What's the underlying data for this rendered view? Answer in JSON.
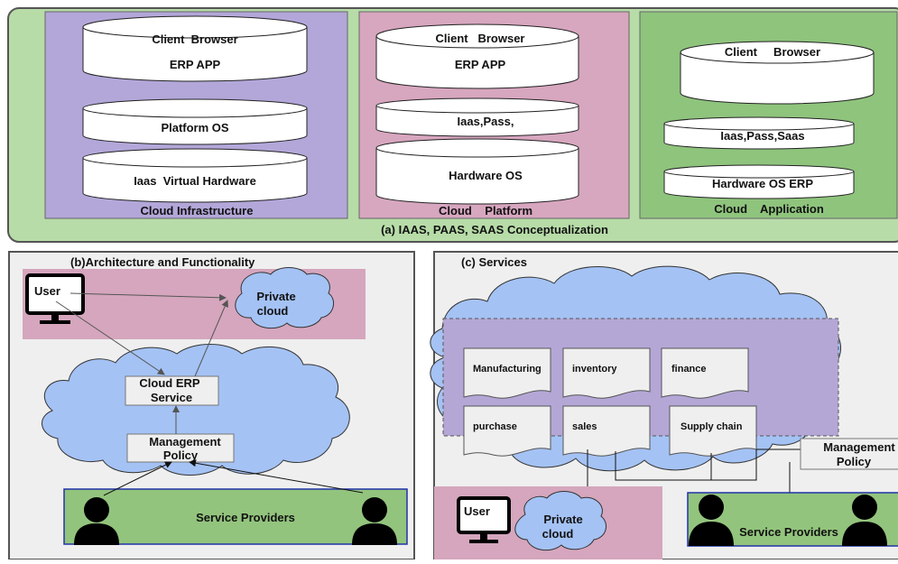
{
  "top": {
    "caption": "(a) IAAS, PAAS, SAAS Conceptualization",
    "columns": [
      {
        "label": "Cloud Infrastructure",
        "cylinders": [
          [
            "Client  Browser",
            "ERP APP"
          ],
          [
            "Platform OS"
          ],
          [
            "Iaas  Virtual Hardware"
          ]
        ]
      },
      {
        "label": "Cloud    Platform",
        "cylinders": [
          [
            "Client   Browser",
            "ERP APP"
          ],
          [
            "Iaas,Pass,"
          ],
          [
            "Hardware OS"
          ]
        ]
      },
      {
        "label": "Cloud    Application",
        "cylinders": [
          [
            "Client     Browser"
          ],
          [
            "Iaas,Pass,Saas"
          ],
          [
            "Hardware OS ERP"
          ]
        ]
      }
    ]
  },
  "architecture": {
    "title": "(b)Architecture and Functionality",
    "user_label": "User",
    "private_cloud": [
      "Private",
      "cloud"
    ],
    "cloud_erp": [
      "Cloud ERP",
      "Service"
    ],
    "management": [
      "Management",
      "Policy"
    ],
    "service_providers": "Service Providers"
  },
  "services": {
    "title": "(c) Services",
    "items": [
      "Manufacturing",
      "inventory",
      "finance",
      "purchase",
      "sales",
      "Supply chain"
    ],
    "management": [
      "Management",
      "Policy"
    ],
    "user_label": "User",
    "private_cloud": [
      "Private",
      "cloud"
    ],
    "service_providers": "Service Providers"
  },
  "colors": {
    "outer_green": "#b7dca8",
    "infra_purple": "#b3a7d9",
    "platform_pink": "#d7a6bf",
    "app_green": "#8fc47d",
    "panel_gray": "#efefef",
    "cloud_blue": "#a4c2f4",
    "pink_band": "#d5a6bd",
    "green_band": "#93c47d",
    "service_purple": "#b4a7d6"
  }
}
